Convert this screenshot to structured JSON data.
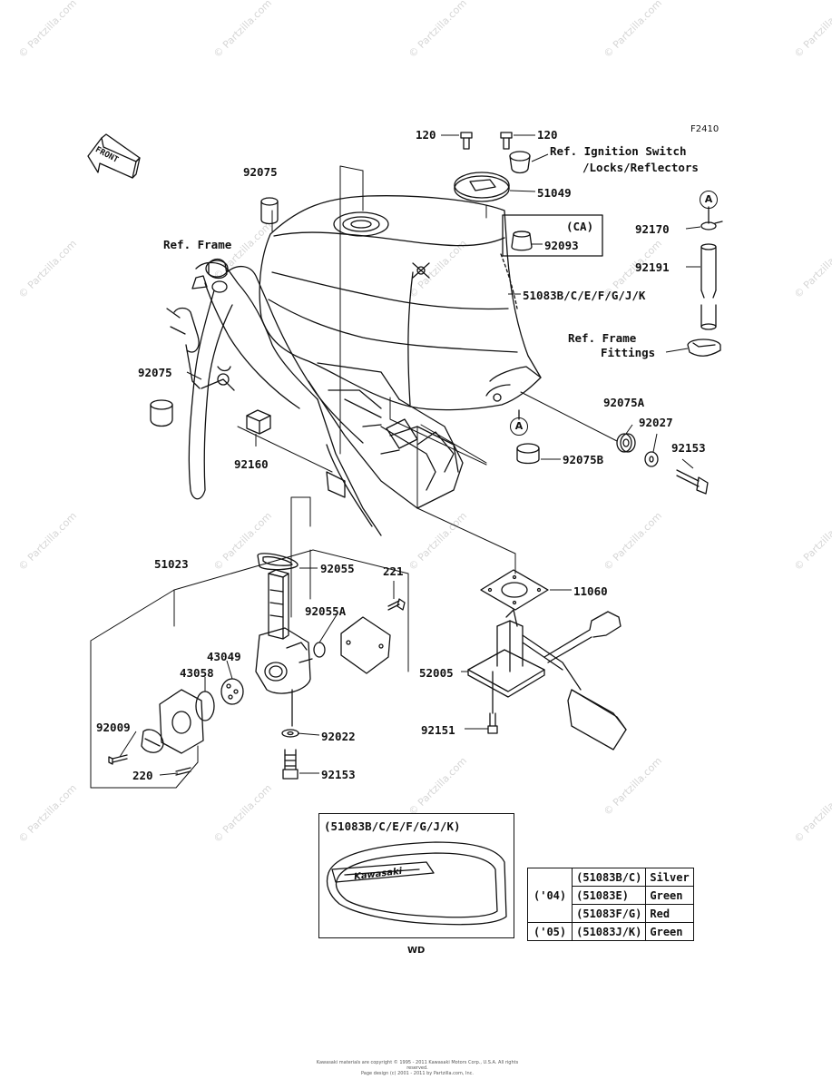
{
  "figure_id": "F2410",
  "watermark": "© Partzilla.com",
  "front_label": "FRONT",
  "inset": {
    "title": "(51083B/C/E/F/G/J/K)",
    "logo_text": "Kawasaki",
    "caption": "WD"
  },
  "callouts": {
    "a_top": "A",
    "a_bottom": "A"
  },
  "labels": {
    "p120_left": "120",
    "p120_right": "120",
    "ref_ignition_1": "Ref. Ignition Switch",
    "ref_ignition_2": "/Locks/Reflectors",
    "p51049": "51049",
    "ca": "(CA)",
    "p92093": "92093",
    "p92075_top": "92075",
    "ref_frame": "Ref. Frame",
    "p51083": "51083B/C/E/F/G/J/K",
    "p92170": "92170",
    "p92191": "92191",
    "ref_frame_fit_1": "Ref. Frame",
    "ref_frame_fit_2": "Fittings",
    "p92075_left": "92075",
    "p92075A": "92075A",
    "p92027": "92027",
    "p92153_right": "92153",
    "p92160": "92160",
    "p92075B": "92075B",
    "p51023": "51023",
    "p92055": "92055",
    "p221": "221",
    "p92055A": "92055A",
    "p43049": "43049",
    "p43058": "43058",
    "p92009": "92009",
    "p220": "220",
    "p92022": "92022",
    "p92153_bottom": "92153",
    "p11060": "11060",
    "p52005": "52005",
    "p92151": "92151"
  },
  "color_table": {
    "rows": [
      {
        "year": "('04)",
        "part": "(51083B/C)",
        "color": "Silver"
      },
      {
        "year": "",
        "part": "(51083E)",
        "color": "Green"
      },
      {
        "year": "",
        "part": "(51083F/G)",
        "color": "Red"
      },
      {
        "year": "('05)",
        "part": "(51083J/K)",
        "color": "Green"
      }
    ]
  },
  "copyright_1": "Kawasaki materials are copyright © 1995 - 2011 Kawasaki Motors Corp., U.S.A. All rights reserved.",
  "copyright_2": "Page design (c) 2001 - 2011 by Partzilla.com, Inc."
}
